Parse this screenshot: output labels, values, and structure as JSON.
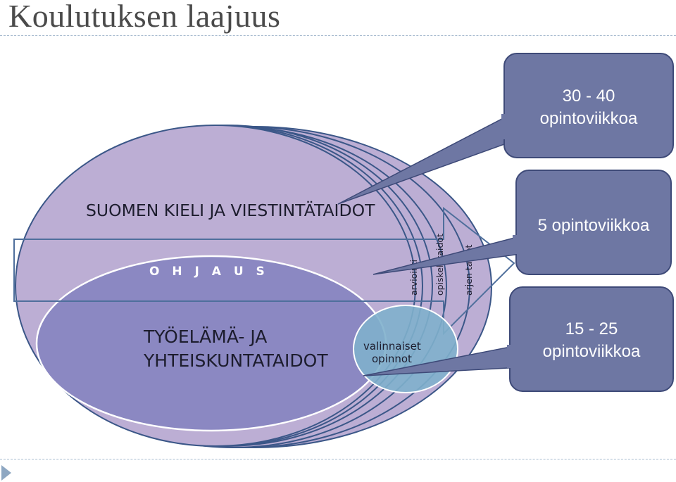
{
  "title": "Koulutuksen laajuus",
  "diagram": {
    "outer_label": "SUOMEN KIELI JA VIESTINTÄTAIDOT",
    "guidance_label": "O H J A U S",
    "inner_label_line1": "TYÖELÄMÄ- JA",
    "inner_label_line2": "YHTEISKUNTATAIDOT",
    "electives_line1": "valinnaiset",
    "electives_line2": "opinnot",
    "ring_labels": [
      "arviointi",
      "opiskelutaidot",
      "arjen taidot"
    ],
    "colors": {
      "outer_fill": "#bcaed4",
      "inner_fill": "#8b88c2",
      "ring_stroke": "#3b5788",
      "electives_fill": "#7fb0cc",
      "callout_fill": "#6e77a3",
      "callout_stroke": "#3e4a78"
    }
  },
  "callouts": [
    {
      "line1": "30 - 40",
      "line2": "opintoviikkoa"
    },
    {
      "line1": "5 opintoviikkoa"
    },
    {
      "line1": "15 - 25",
      "line2": "opintoviikkoa"
    }
  ]
}
